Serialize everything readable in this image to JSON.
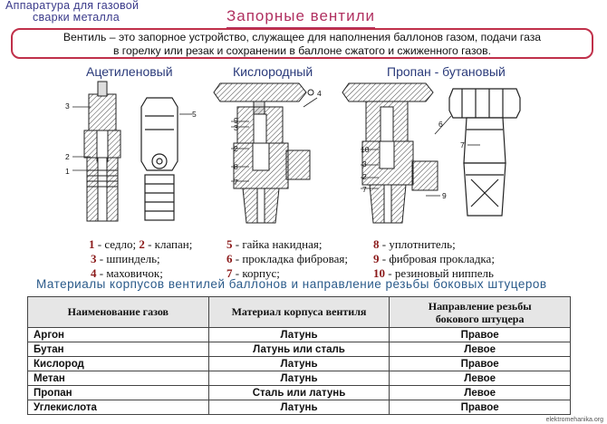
{
  "header": {
    "line1": "Аппаратура  для  газовой",
    "line2": "сварки  металла",
    "title": "Запорные     вентили",
    "definition_line1": "Вентиль – это  запорное  устройство,  служащее для  наполнения  баллонов  газом,  подачи  газа",
    "definition_line2": "в  горелку  или  резак  и  сохранении  в  баллоне  сжатого  и  сжиженного  газов."
  },
  "valves": {
    "acetylene": "Ацетиленовый",
    "oxygen": "Кислородный",
    "propane": "Пропан - бутановый"
  },
  "part_numbers": [
    "1",
    "2",
    "3",
    "4",
    "5",
    "6",
    "7",
    "8",
    "9",
    "10"
  ],
  "legend": {
    "c1": [
      {
        "num": "1",
        "text": " - седло;  "
      },
      {
        "num": "2",
        "text": " - клапан;"
      },
      {
        "num": "3",
        "text": " - шпиндель;"
      },
      {
        "num": "4",
        "text": " - маховичок;"
      }
    ],
    "c2": [
      {
        "num": "5",
        "text": " - гайка  накидная;"
      },
      {
        "num": "6",
        "text": " - прокладка  фибровая;"
      },
      {
        "num": "7",
        "text": " - корпус;"
      }
    ],
    "c3": [
      {
        "num": "8",
        "text": " - уплотнитель;"
      },
      {
        "num": "9",
        "text": " - фибровая  прокладка;"
      },
      {
        "num": "10",
        "text": " - резиновый  ниппель"
      }
    ]
  },
  "table": {
    "subtitle": "Материалы  корпусов  вентилей  баллонов  и  направление  резьбы  боковых  штуцеров",
    "headers": [
      "Наименование  газов",
      "Материал  корпуса  вентиля",
      "Направление  резьбы\nбокового  штуцера"
    ],
    "rows": [
      [
        "Аргон",
        "Латунь",
        "Правое"
      ],
      [
        "Бутан",
        "Латунь    или    сталь",
        "Левое"
      ],
      [
        "Кислород",
        "Латунь",
        "Правое"
      ],
      [
        "Метан",
        "Латунь",
        "Левое"
      ],
      [
        "Пропан",
        "Сталь    или    латунь",
        "Левое"
      ],
      [
        "Углекислота",
        "Латунь",
        "Правое"
      ]
    ]
  },
  "watermark": "elektromehanika.org"
}
